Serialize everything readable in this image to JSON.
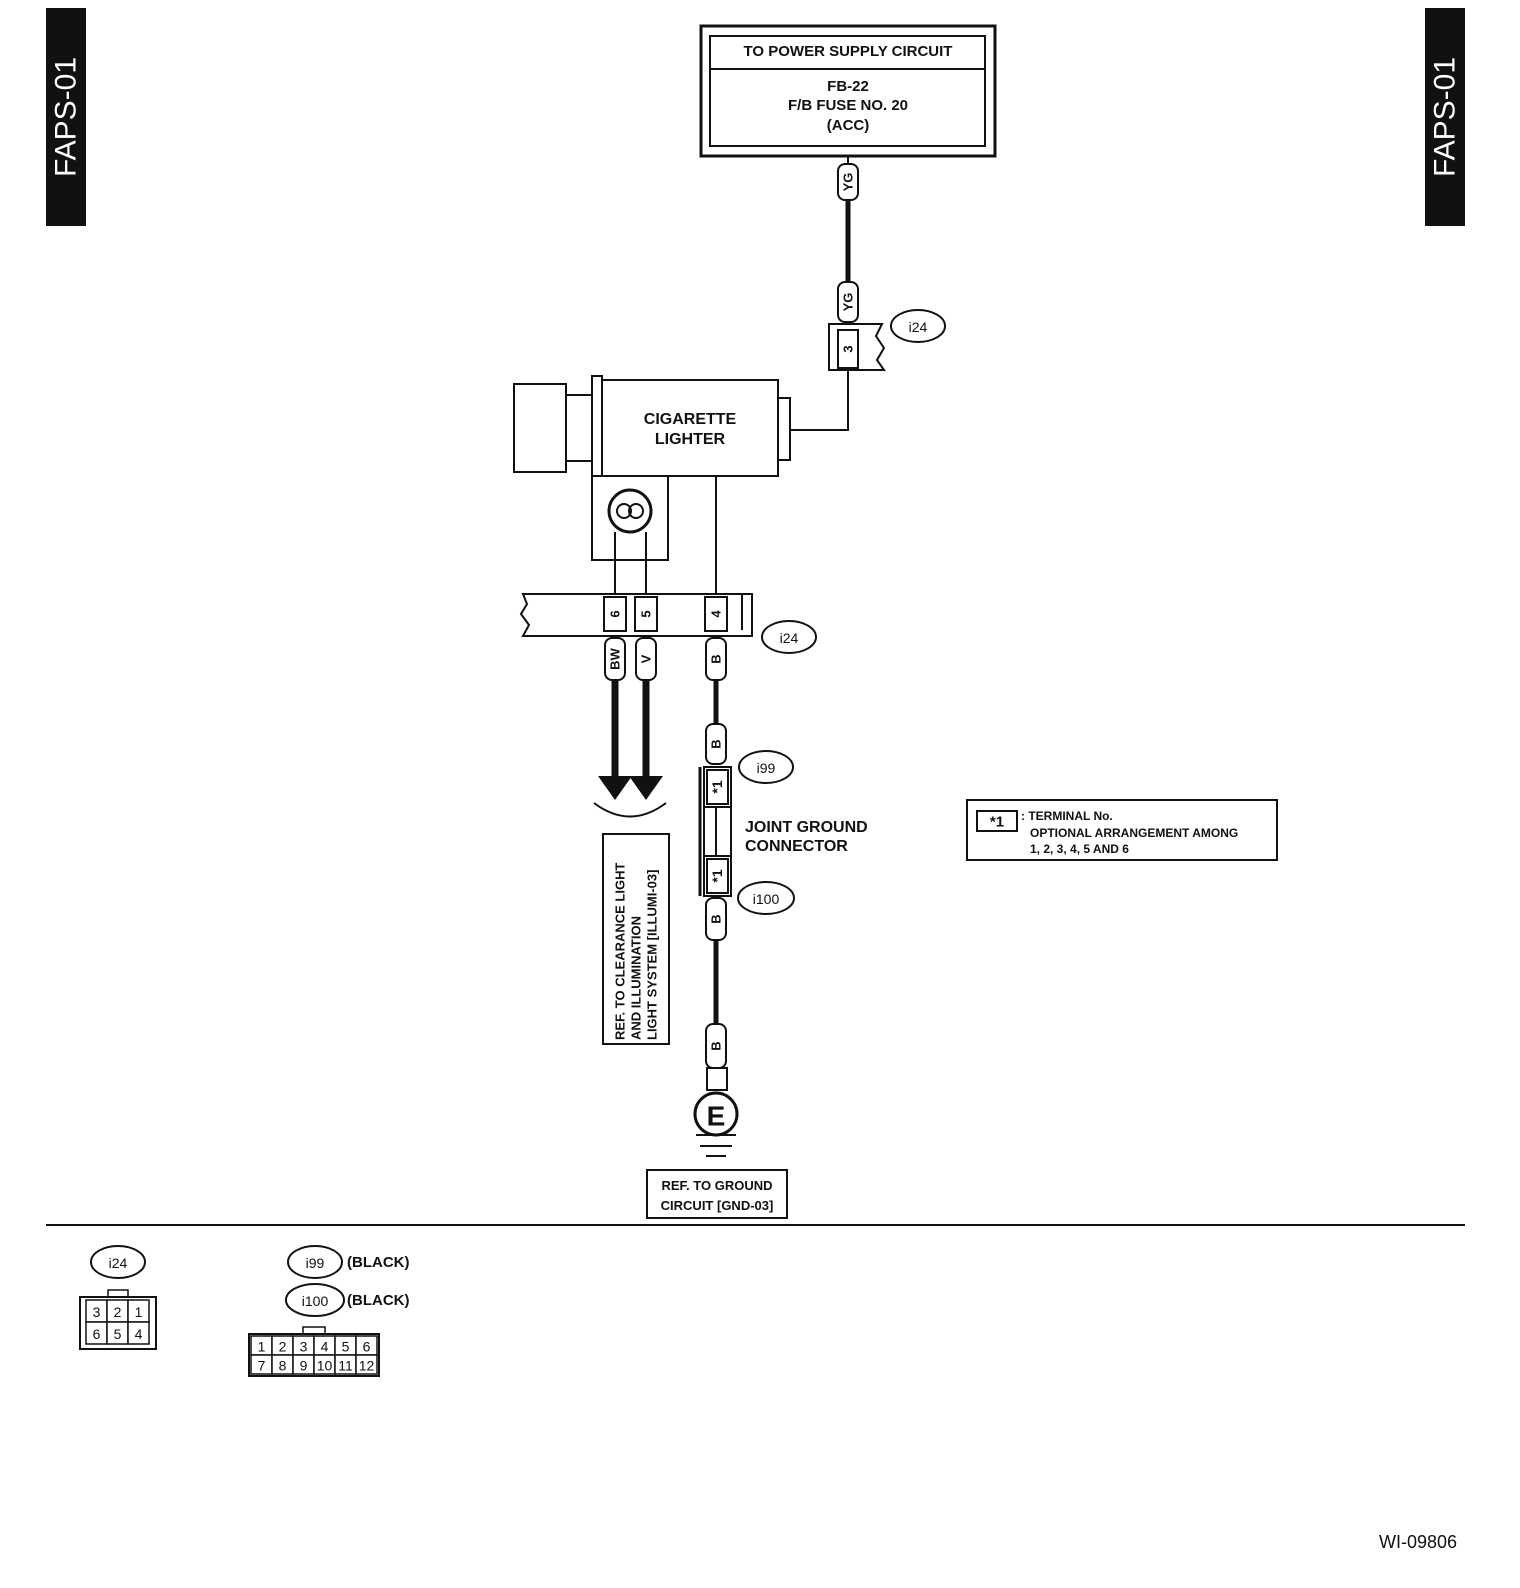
{
  "page_code": "FAPS-01",
  "figure_id": "WI-09806",
  "power_box": {
    "header": "TO POWER SUPPLY CIRCUIT",
    "line1": "FB-22",
    "line2": "F/B FUSE NO. 20",
    "line3": "(ACC)"
  },
  "wire_colors": {
    "supply_top": "YG",
    "supply_bottom": "YG",
    "pin6": "BW",
    "pin5": "V",
    "pin4": "B",
    "i99_in": "B",
    "i100_out": "B",
    "ground": "B"
  },
  "connector_ids": {
    "top": "i24",
    "mid": "i24",
    "joint_top": "i99",
    "joint_bottom": "i100"
  },
  "pins": {
    "supply": "3",
    "p6": "6",
    "p5": "5",
    "p4": "4",
    "joint_top": "*1",
    "joint_bottom": "*1"
  },
  "lighter": {
    "line1": "CIGARETTE",
    "line2": "LIGHTER"
  },
  "joint_label": {
    "line1": "JOINT GROUND",
    "line2": "CONNECTOR"
  },
  "note": {
    "tag": "*1",
    "line1": ": TERMINAL No.",
    "line2": "OPTIONAL ARRANGEMENT AMONG",
    "line3": "1, 2, 3, 4, 5 AND 6"
  },
  "ref_illumi": {
    "line1": "REF. TO CLEARANCE LIGHT",
    "line2": "AND ILLUMINATION",
    "line3": "LIGHT SYSTEM  [ILLUMI-03]"
  },
  "ground_symbol": "E",
  "ref_ground": {
    "line1": "REF. TO GROUND",
    "line2": "CIRCUIT [GND-03]"
  },
  "legend": {
    "i24_id": "i24",
    "i24_row1": [
      "3",
      "2",
      "1"
    ],
    "i24_row2": [
      "6",
      "5",
      "4"
    ],
    "i99_id": "i99",
    "i99_color": "(BLACK)",
    "i100_id": "i100",
    "i100_color": "(BLACK)",
    "i12_row1": [
      "1",
      "2",
      "3",
      "4",
      "5",
      "6"
    ],
    "i12_row2": [
      "7",
      "8",
      "9",
      "10",
      "11",
      "12"
    ]
  }
}
